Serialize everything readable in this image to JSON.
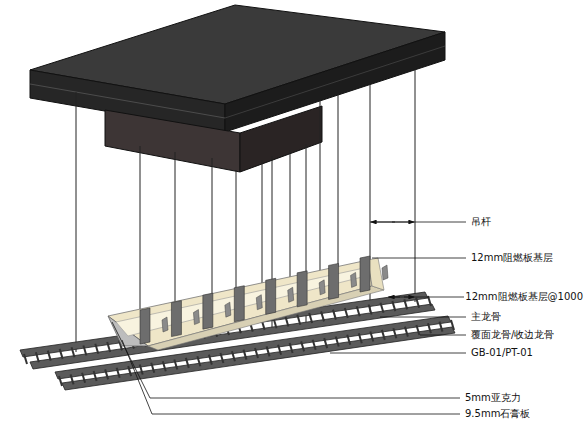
{
  "diagram": {
    "labels": [
      "吊杆",
      "12mm阻燃板基层",
      "12mm阻燃板基层@1000",
      "主龙骨",
      "覆面龙骨/收边龙骨",
      "GB-01/PT-01",
      "5mm亚克力",
      "9.5mm石膏板"
    ]
  }
}
